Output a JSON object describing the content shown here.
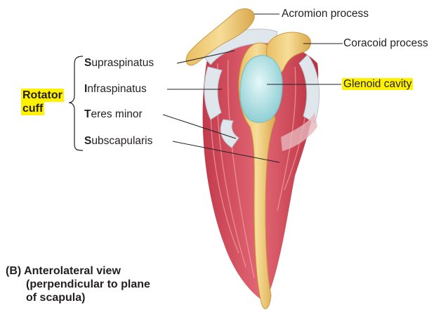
{
  "labels": {
    "acromion": "Acromion process",
    "coracoid": "Coracoid process",
    "glenoid": "Glenoid cavity",
    "rotator_cuff_line1": "Rotator",
    "rotator_cuff_line2": "cuff"
  },
  "muscles": [
    {
      "initial": "S",
      "rest": "upraspinatus"
    },
    {
      "initial": "I",
      "rest": "nfraspinatus"
    },
    {
      "initial": "T",
      "rest": "eres minor"
    },
    {
      "initial": "S",
      "rest": "ubscapularis"
    }
  ],
  "caption": {
    "line1": "(B) Anterolateral view",
    "line2": "(perpendicular to plane",
    "line3": "of scapula)"
  },
  "colors": {
    "muscle": "#d8505e",
    "muscle_light": "#f09aa2",
    "tendon": "#d9e2ea",
    "bone": "#f2cf7e",
    "bone_shade": "#d9a84c",
    "cartilage": "#aee3e6",
    "highlight": "#fff200"
  }
}
